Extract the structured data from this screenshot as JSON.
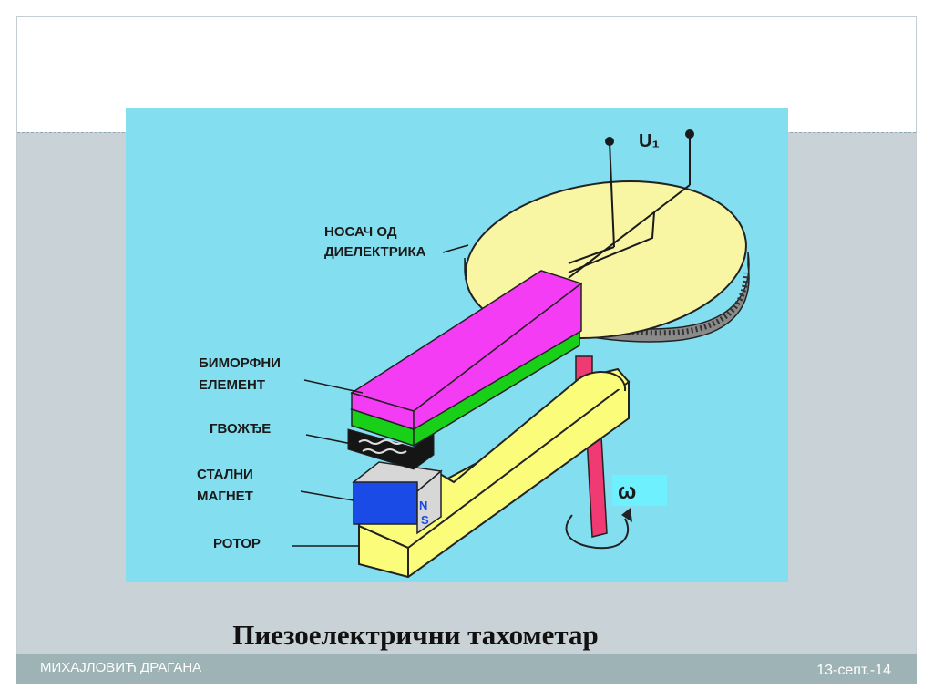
{
  "slide": {
    "title": "Пиезоелектрични тахометар",
    "footer_author": "МИХАЈЛОВИЋ ДРАГАНА",
    "footer_date": "13-септ.-14"
  },
  "diagram": {
    "labels": {
      "voltage": "U₁",
      "carrier_line1": "НОСАЧ ОД",
      "carrier_line2": "ДИЕЛЕКТРИКА",
      "bimorph_line1": "БИМОРФНИ",
      "bimorph_line2": "ЕЛЕМЕНТ",
      "iron": "ГВОЖЂЕ",
      "magnet_line1": "СТАЛНИ",
      "magnet_line2": "МАГНЕТ",
      "rotor": "РОТОР",
      "omega": "ω",
      "north": "N",
      "south": "S"
    },
    "colors": {
      "background": "#83dff0",
      "carrier": "#f8f5a3",
      "bimorph": "#f53cf5",
      "green_layer": "#19d019",
      "iron": "#151515",
      "magnet_body": "#d7d7d7",
      "magnet_front": "#1a4be6",
      "rotor": "#fafc7a",
      "shaft": "#f03a73",
      "omega_box": "#6ff0ff"
    }
  }
}
